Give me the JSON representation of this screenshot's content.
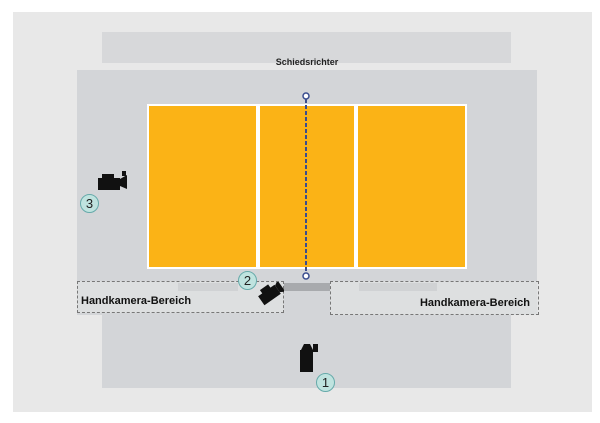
{
  "referee_label": "Schiedsrichter",
  "hand_camera_zone_label": "Handkamera-Bereich",
  "cameras": [
    {
      "number": "1"
    },
    {
      "number": "2"
    },
    {
      "number": "3"
    }
  ],
  "colors": {
    "court": "#fbb316",
    "net": "#3a4d8f",
    "surround": "#d3d5d8"
  }
}
